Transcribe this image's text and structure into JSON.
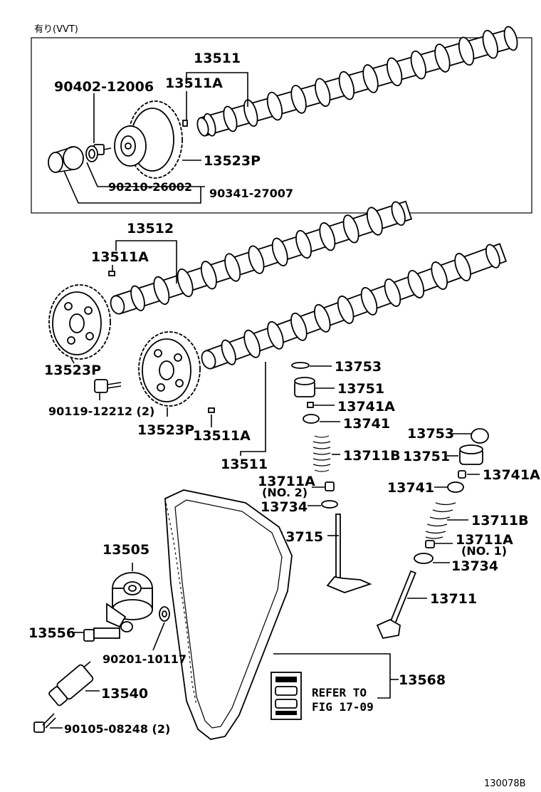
{
  "header_note": "有り(VVT)",
  "figure_code": "130078B",
  "labels": {
    "p13511_top": "13511",
    "p13511A_top": "13511A",
    "p90402": "90402-12006",
    "p13523P_top": "13523P",
    "p90210": "90210-26002",
    "p90341": "90341-27007",
    "p13512": "13512",
    "p13511A_mid": "13511A",
    "p13523P_left": "13523P",
    "p90119": "90119-12212 (2)",
    "p13523P_mid": "13523P",
    "p13511A_low": "13511A",
    "p13511_low": "13511",
    "p13753_a": "13753",
    "p13751_a": "13751",
    "p13741A_a": "13741A",
    "p13741_a": "13741",
    "p13711B_a": "13711B",
    "p13711A_a": "13711A",
    "p13711A_a_sub": "(NO. 2)",
    "p13734_a": "13734",
    "p13715": "13715",
    "p13753_b": "13753",
    "p13751_b": "13751",
    "p13741A_b": "13741A",
    "p13741_b": "13741",
    "p13711B_b": "13711B",
    "p13711A_b": "13711A",
    "p13711A_b_sub": "(NO. 1)",
    "p13734_b": "13734",
    "p13711": "13711",
    "p13505": "13505",
    "p13556": "13556",
    "p90201": "90201-10117",
    "p13540": "13540",
    "p90105": "90105-08248 (2)",
    "p13568": "13568",
    "refer_line1": "REFER TO",
    "refer_line2": "FIG 17-09"
  }
}
